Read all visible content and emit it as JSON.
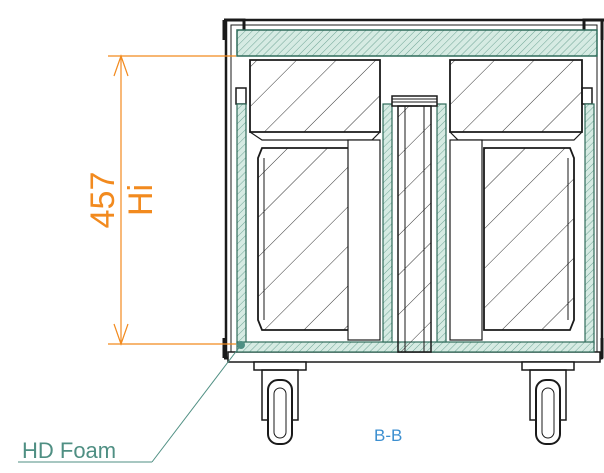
{
  "dimension": {
    "value": "457",
    "label": "Hi",
    "color": "#f28a1e"
  },
  "callout": {
    "text": "HD Foam",
    "color": "#4f8f83"
  },
  "section": {
    "label": "B-B",
    "color": "#3c8fd0"
  },
  "colors": {
    "foam": "#cfe6dd",
    "foam_edge": "#2f6b5a",
    "outline": "#1a1a1a",
    "hatch": "#333333"
  }
}
